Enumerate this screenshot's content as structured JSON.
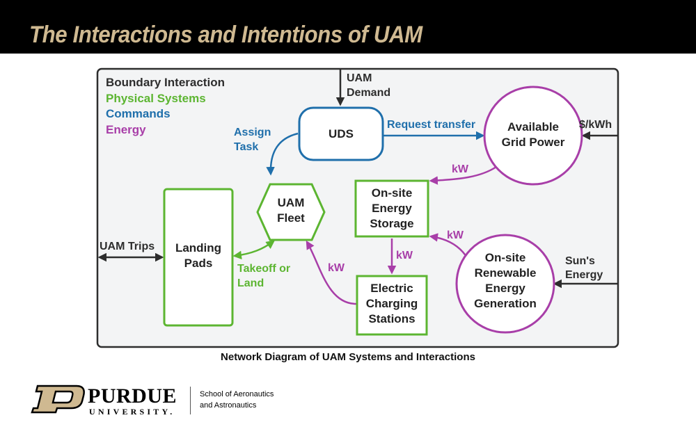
{
  "slide": {
    "title": "The Interactions and Intentions of UAM",
    "caption": "Network Diagram of UAM Systems and Interactions"
  },
  "legend": {
    "boundary": "Boundary Interaction",
    "physical": "Physical Systems",
    "commands": "Commands",
    "energy": "Energy"
  },
  "colors": {
    "boundary": "#2d2d2d",
    "physical": "#5cb531",
    "commands": "#1f6fab",
    "energy": "#a83ea8",
    "panel_bg": "#f3f4f5",
    "title_gold": "#cfb991"
  },
  "nodes": {
    "uds": "UDS",
    "grid": [
      "Available",
      "Grid Power"
    ],
    "fleet": [
      "UAM",
      "Fleet"
    ],
    "storage": [
      "On-site",
      "Energy",
      "Storage"
    ],
    "pads": [
      "Landing",
      "Pads"
    ],
    "charging": [
      "Electric",
      "Charging",
      "Stations"
    ],
    "renewable": [
      "On-site",
      "Renewable",
      "Energy",
      "Generation"
    ]
  },
  "edges": {
    "uam_demand": [
      "UAM",
      "Demand"
    ],
    "assign_task": [
      "Assign",
      "Task"
    ],
    "request_transfer": "Request transfer",
    "price": "$/kWh",
    "kw_grid": "kW",
    "kw_renewable": "kW",
    "kw_storage": "kW",
    "kw_charging": "kW",
    "uam_trips": "UAM Trips",
    "takeoff": [
      "Takeoff or",
      "Land"
    ],
    "suns_energy": [
      "Sun's",
      "Energy"
    ]
  },
  "branding": {
    "wordmark": "PURDUE",
    "university": "UNIVERSITY.",
    "school": [
      "School of Aeronautics",
      "and Astronautics"
    ]
  }
}
